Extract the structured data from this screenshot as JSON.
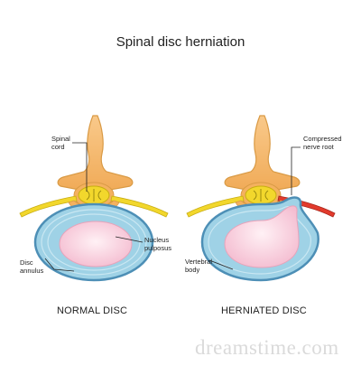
{
  "title": "Spinal disc herniation",
  "captions": {
    "normal": "NORMAL DISC",
    "herniated": "HERNIATED DISC"
  },
  "labels": {
    "spinal_cord": [
      "Spinal",
      "cord"
    ],
    "nucleus_pulposus": [
      "Nucleus",
      "pulposus"
    ],
    "disc_annulus": [
      "Disc",
      "annulus"
    ],
    "compressed_nerve_root": [
      "Compressed",
      "nerve root"
    ],
    "vertebral_body": [
      "Vertebral",
      "body"
    ]
  },
  "watermark": "dreamstime.com",
  "colors": {
    "bone": "#f4b15f",
    "bone_light": "#f9cf8e",
    "bone_dark": "#d99a45",
    "nerve": "#f2d72c",
    "annulus": "#9fd2e6",
    "annulus_ring": "#4d8fb6",
    "nucleus": "#f6c6d6",
    "nucleus_edge": "#e7a3ba",
    "compressed": "#e23a2c",
    "leader": "#222222"
  }
}
